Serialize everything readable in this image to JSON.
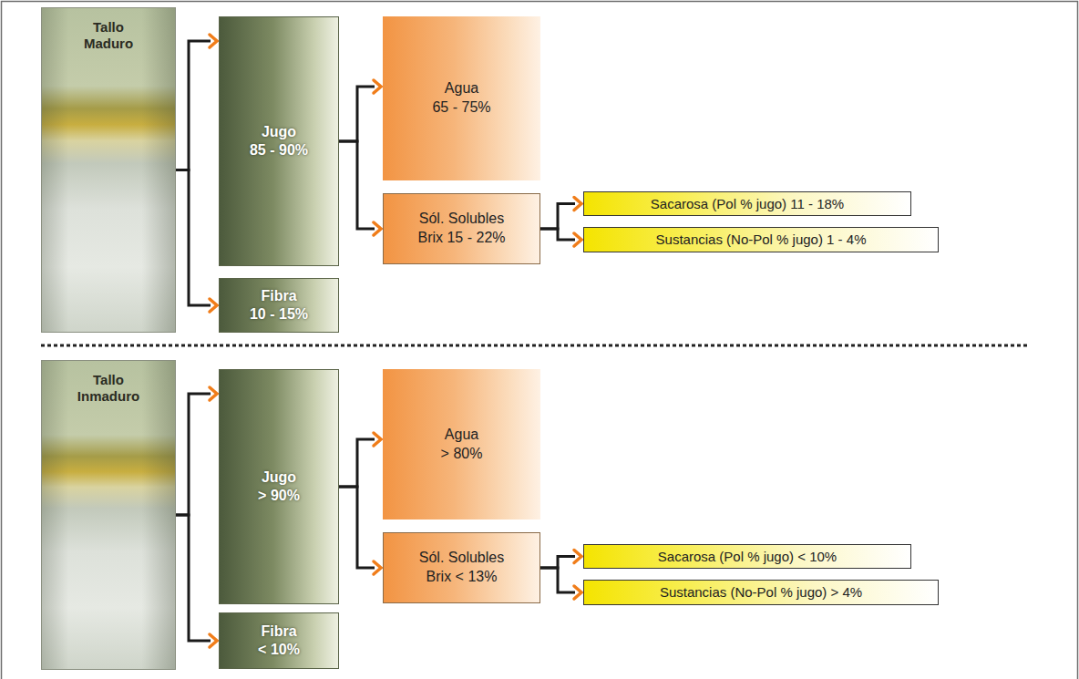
{
  "diagram": {
    "nodes": [
      {
        "text": [
          "Tallo Maduro"
        ]
      },
      {
        "text": [
          "Jugo",
          "85 - 90%"
        ]
      },
      {
        "text": [
          "Agua",
          "65 - 75%"
        ]
      },
      {
        "text": [
          "Sól. Solubles",
          "Brix 15 - 22%"
        ]
      },
      {
        "text": [
          "Sacarosa (Pol % jugo) 11 - 18%"
        ]
      },
      {
        "text": [
          "Sustancias (No-Pol % jugo) 1 - 4%"
        ]
      },
      {
        "text": [
          "Fibra",
          "10 - 15%"
        ]
      },
      {
        "text": [
          "Tallo Inmaduro"
        ]
      },
      {
        "text": [
          "Jugo",
          "> 90%"
        ]
      },
      {
        "text": [
          "Agua",
          "> 80%"
        ]
      },
      {
        "text": [
          "Sól. Solubles",
          "Brix < 13%"
        ]
      },
      {
        "text": [
          "Sacarosa (Pol % jugo) < 10%"
        ]
      },
      {
        "text": [
          "Sustancias (No-Pol % jugo) > 4%"
        ]
      },
      {
        "text": [
          "Fibra",
          "< 10%"
        ]
      }
    ],
    "edges": [
      {
        "from": 0,
        "to": 1,
        "arrow": "to"
      },
      {
        "from": 0,
        "to": 6,
        "arrow": "to"
      },
      {
        "from": 1,
        "to": 2,
        "arrow": "to"
      },
      {
        "from": 1,
        "to": 3,
        "arrow": "to"
      },
      {
        "from": 3,
        "to": 4,
        "arrow": "to"
      },
      {
        "from": 3,
        "to": 5,
        "arrow": "to"
      },
      {
        "from": 7,
        "to": 8,
        "arrow": "to"
      },
      {
        "from": 7,
        "to": 13,
        "arrow": "to"
      },
      {
        "from": 8,
        "to": 9,
        "arrow": "to"
      },
      {
        "from": 8,
        "to": 10,
        "arrow": "to"
      },
      {
        "from": 10,
        "to": 11,
        "arrow": "to"
      },
      {
        "from": 10,
        "to": 12,
        "arrow": "to"
      }
    ]
  }
}
